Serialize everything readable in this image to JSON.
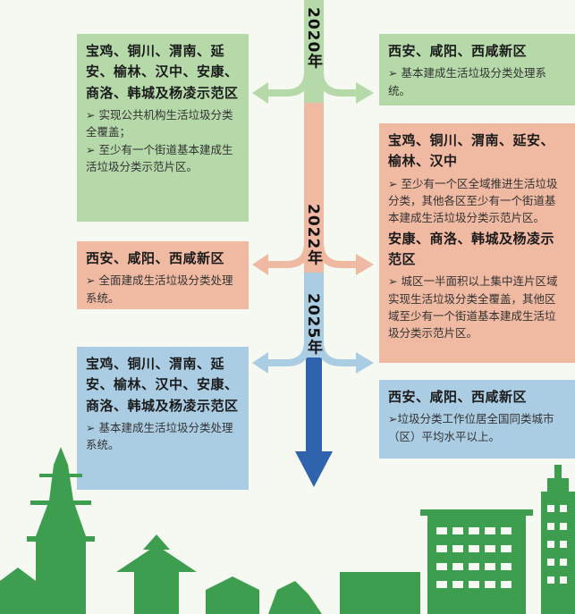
{
  "timeline": [
    {
      "year": "2020年",
      "left": {
        "title": "宝鸡、铜川、渭南、延安、榆林、汉中、安康、商洛、韩城及杨凌示范区",
        "items": [
          "➢ 实现公共机构生活垃圾分类全覆盖；",
          "➢ 至少有一个街道基本建成生活垃圾分类示范片区。"
        ]
      },
      "right": {
        "title": "西安、咸阳、西咸新区",
        "items": [
          "➢ 基本建成生活垃圾分类处理系统。"
        ]
      }
    },
    {
      "year": "2022年",
      "left": {
        "title": "西安、咸阳、西咸新区",
        "items": [
          "➢ 全面建成生活垃圾分类处理系统。"
        ]
      },
      "right": {
        "title": "宝鸡、铜川、渭南、延安、榆林、汉中",
        "items": [
          "➢ 至少有一个区全域推进生活垃圾分类，其他各区至少有一个街道基本建成生活垃圾分类示范片区。"
        ],
        "title2": "安康、商洛、韩城及杨凌示范区",
        "items2": [
          "➢ 城区一半面积以上集中连片区域实现生活垃圾分类全覆盖，其他区域至少有一个街道基本建成生活垃圾分类示范片区。"
        ]
      }
    },
    {
      "year": "2025年",
      "left": {
        "title": "宝鸡、铜川、渭南、延安、榆林、汉中、安康、商洛、韩城及杨凌示范区",
        "items": [
          "➢ 基本建成生活垃圾分类处理系统。"
        ]
      },
      "right": {
        "title": "西安、咸阳、西咸新区",
        "items": [
          "➢垃圾分类工作位居全国同类城市（区）平均水平以上。"
        ]
      }
    }
  ],
  "colors": {
    "green": "#b5d9a9",
    "orange": "#f0b9a2",
    "blue": "#abcde4",
    "arrow_dark": "#2f63ae",
    "city": "#3e9e4f"
  }
}
